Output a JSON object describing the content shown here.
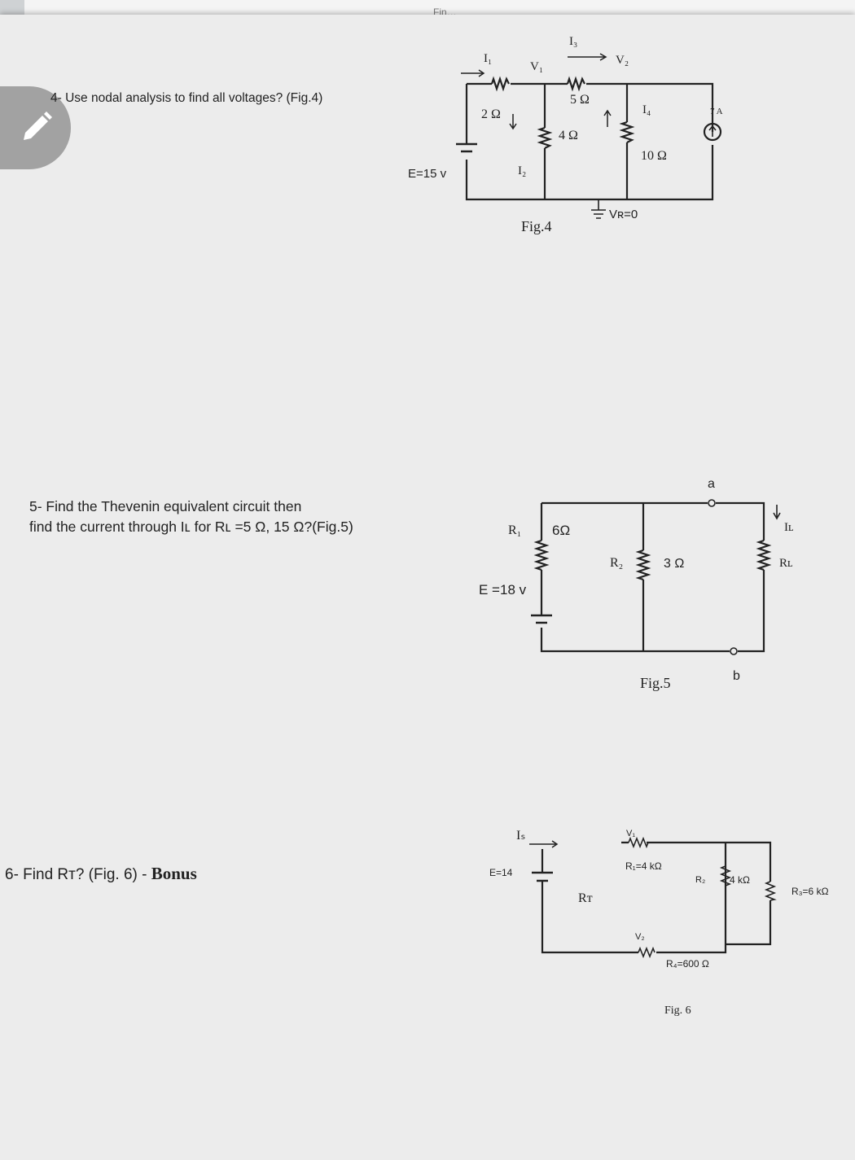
{
  "header": {
    "handwriting": "…",
    "top_label": "Fin…"
  },
  "questions": [
    {
      "text": "4- Use nodal analysis to find all voltages? (Fig.4)"
    },
    {
      "line1": "5- Find the Thevenin equivalent circuit then",
      "line2": "find the current through Iʟ for Rʟ =5 Ω, 15 Ω?(Fig.5)"
    },
    {
      "text": "6- Find Rᴛ? (Fig. 6) - ",
      "bonus": "Bonus"
    }
  ],
  "fig4": {
    "caption": "Fig.4",
    "source": "E=15 v",
    "i1": "I₁",
    "i2": "I₂",
    "i3": "I₃",
    "i4": "I₄",
    "v1": "V₁",
    "v2": "V₂",
    "r1": "2 Ω",
    "r2": "4 Ω",
    "r3": "5 Ω",
    "r4": "10 Ω",
    "current_source": "7 A",
    "ground": "Vʀ=0"
  },
  "fig5": {
    "caption": "Fig.5",
    "source": "E =18 v",
    "r1_label": "R₁",
    "r1_value": "6Ω",
    "r2_label": "R₂",
    "r2_value": "3 Ω",
    "terminal_a": "a",
    "terminal_b": "b",
    "load_current": "Iʟ",
    "load_resistor": "Rʟ"
  },
  "fig6": {
    "caption": "Fig. 6",
    "source": "E=14",
    "is": "Iₛ",
    "rt": "Rᴛ",
    "v1": "V₁",
    "v2": "V₂",
    "r1": "R₁=4 kΩ",
    "r2_label": "R₂",
    "r2_value": "4 kΩ",
    "r3": "R₃=6 kΩ",
    "r4": "R₄=600 Ω"
  },
  "colors": {
    "page": "#ececec",
    "ink": "#222222",
    "button": "#a2a2a2"
  }
}
